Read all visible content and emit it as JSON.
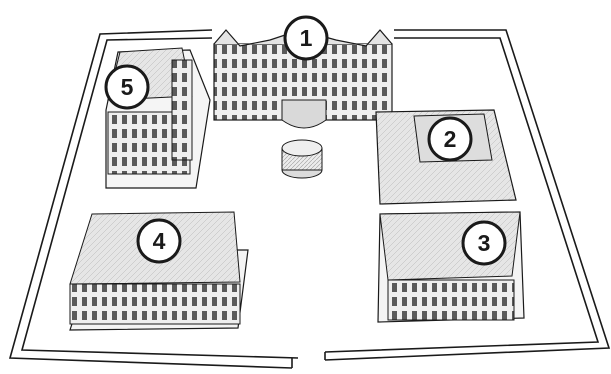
{
  "markers": [
    {
      "id": "marker-1",
      "label": "1"
    },
    {
      "id": "marker-2",
      "label": "2"
    },
    {
      "id": "marker-3",
      "label": "3"
    },
    {
      "id": "marker-4",
      "label": "4"
    },
    {
      "id": "marker-5",
      "label": "5"
    }
  ],
  "colors": {
    "ink": "#1a1a1a",
    "paper": "#ffffff",
    "wall": "#f2f2f2",
    "roof": "#e4e4e4",
    "shade": "#9a9a9a"
  }
}
